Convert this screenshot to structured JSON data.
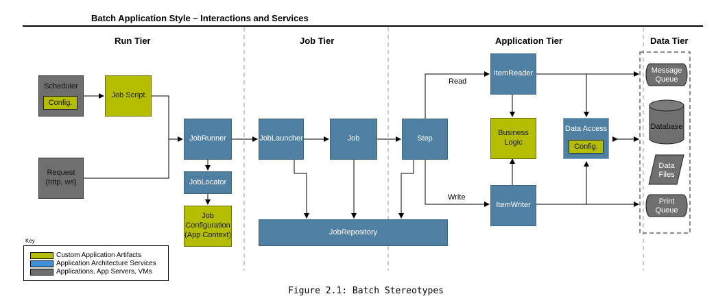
{
  "title": "Batch Application Style – Interactions and Services",
  "caption": "Figure 2.1: Batch Stereotypes",
  "tiers": {
    "run": "Run Tier",
    "job": "Job Tier",
    "application": "Application Tier",
    "data": "Data Tier"
  },
  "nodes": {
    "scheduler": "Scheduler",
    "scheduler_config": "Config.",
    "job_script": "Job Script",
    "request": "Request\n(http, ws)",
    "job_runner": "JobRunner",
    "job_locator": "JobLocator",
    "job_configuration": "Job\nConfiguration\n(App Context)",
    "job_launcher": "JobLauncher",
    "job": "Job",
    "step": "Step",
    "job_repository": "JobRepository",
    "item_reader": "ItemReader",
    "business_logic": "Business\nLogic",
    "item_writer": "ItemWriter",
    "data_access": "Data Access",
    "data_access_config": "Config.",
    "message_queue": "Message\nQueue",
    "database": "Database",
    "data_files": "Data\nFiles",
    "print_queue": "Print\nQueue"
  },
  "edge_labels": {
    "read": "Read",
    "write": "Write"
  },
  "key": {
    "title": "Key",
    "items": [
      {
        "label": "Custom Application Artifacts",
        "color": "#b5bd00"
      },
      {
        "label": "Application Architecture Services",
        "color": "#3f8fd4"
      },
      {
        "label": "Applications, App Servers, VMs",
        "color": "#6f6f6f"
      }
    ]
  },
  "colors": {
    "services_blue": "#4f7fa1",
    "custom_green": "#b5bd00",
    "apps_gray": "#6f6f6f"
  }
}
